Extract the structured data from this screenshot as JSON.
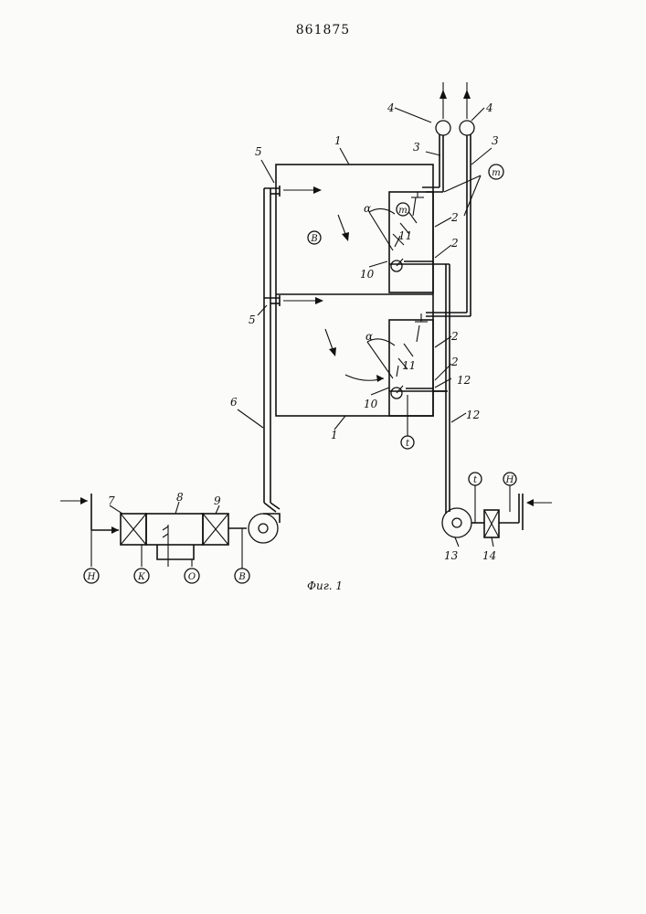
{
  "document": {
    "patent_number": "861875",
    "figure_caption": "Фиг. 1"
  },
  "labels": {
    "n1": "1",
    "n2": "2",
    "n3": "3",
    "n4": "4",
    "n5": "5",
    "n6": "6",
    "n7": "7",
    "n8": "8",
    "n9": "9",
    "n10": "10",
    "n11": "11",
    "n12": "12",
    "n13": "13",
    "n14": "14",
    "alpha": "α"
  },
  "circled": {
    "B": "В",
    "m": "т",
    "t": "t",
    "H": "Н",
    "K": "К",
    "O": "О"
  }
}
